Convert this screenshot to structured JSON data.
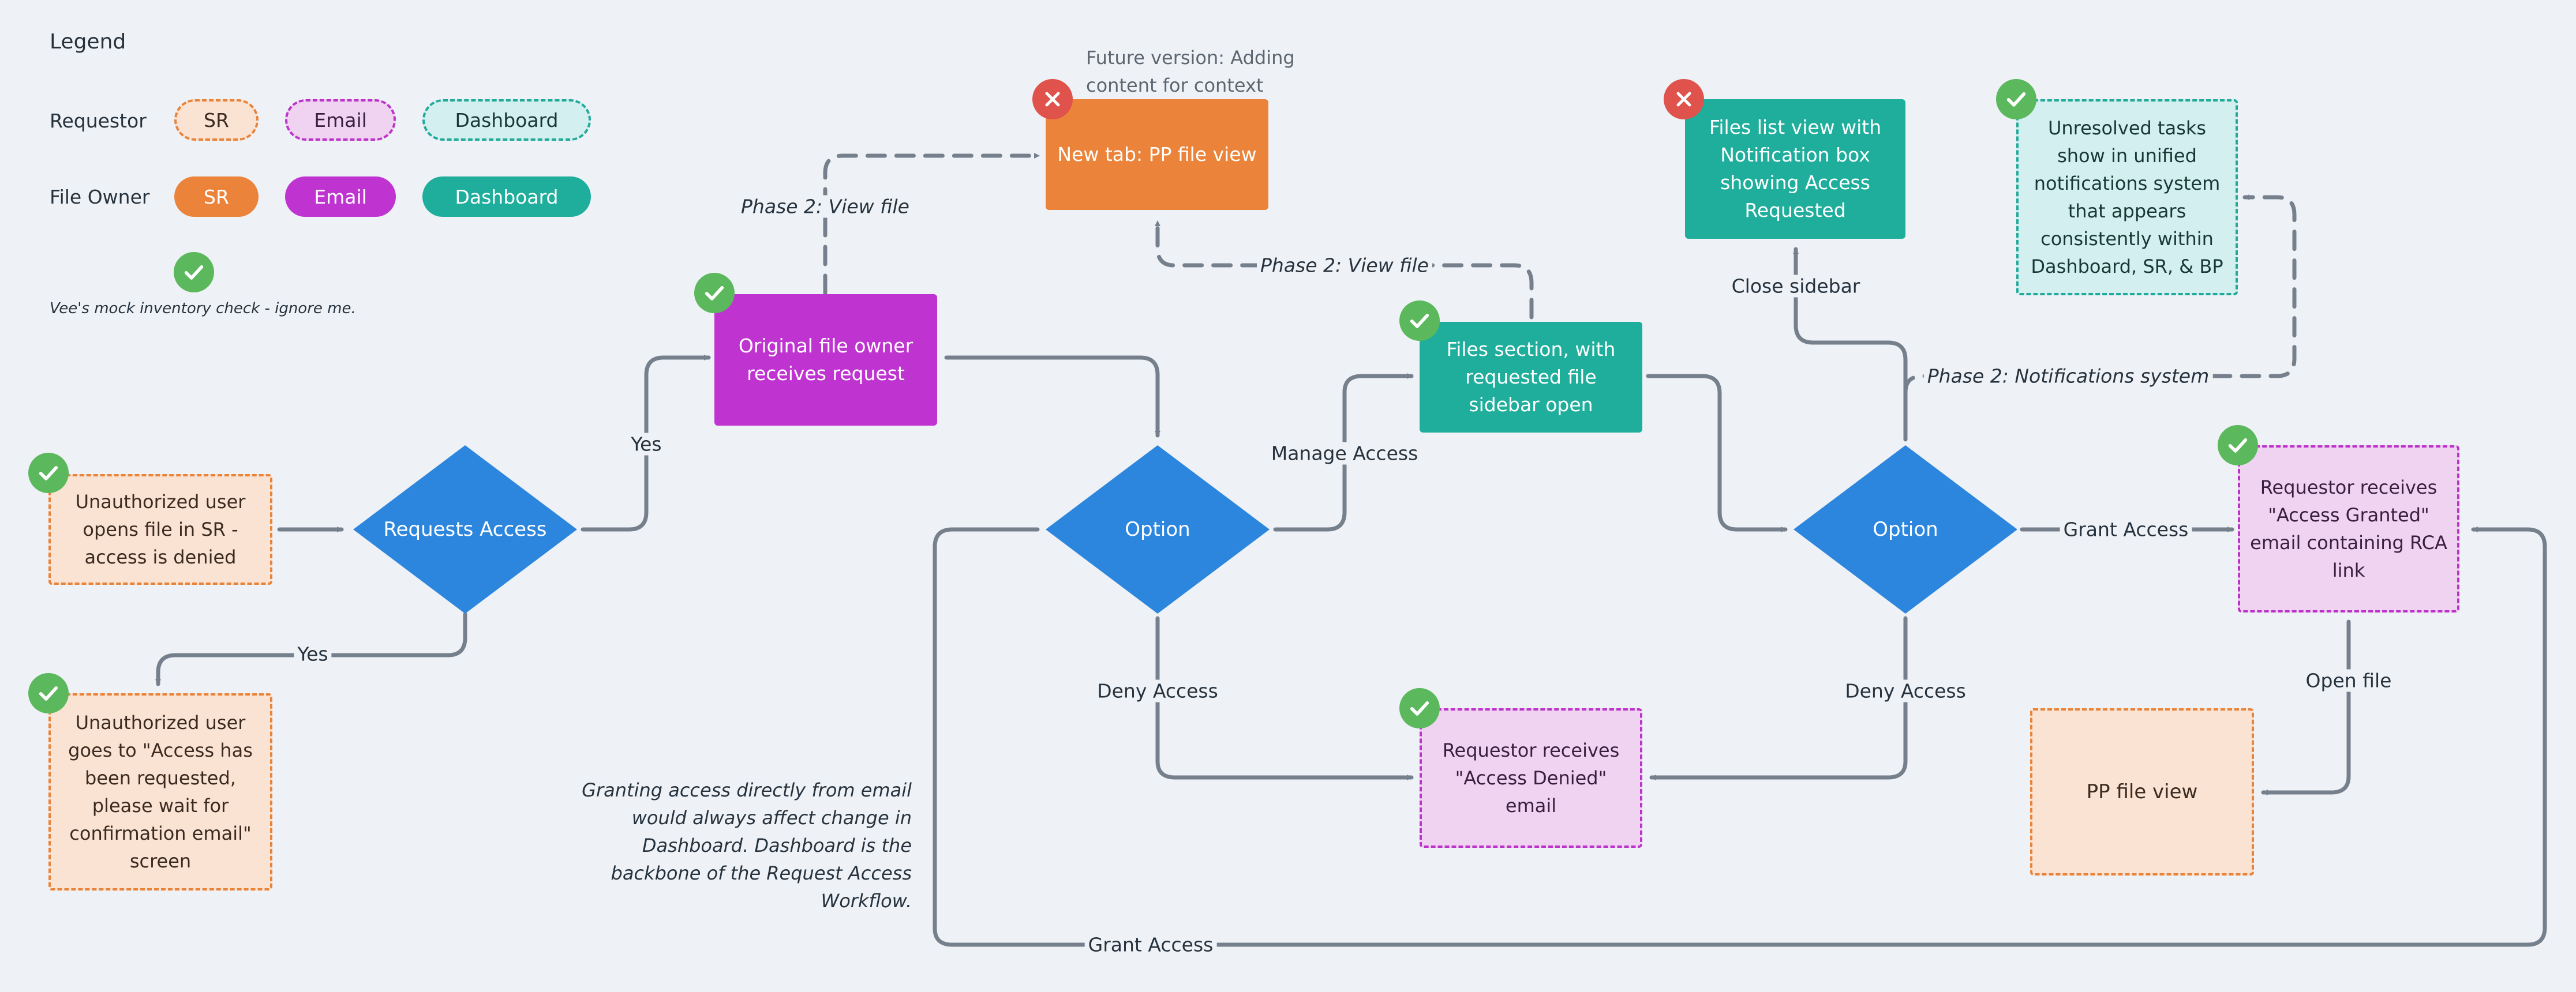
{
  "legend": {
    "title": "Legend",
    "row_requestor": "Requestor",
    "row_file_owner": "File Owner",
    "sr": "SR",
    "email": "Email",
    "dashboard": "Dashboard",
    "mock_note": "Vee's mock inventory check - ignore me."
  },
  "nodes": {
    "unauth_opens": "Unauthorized user opens file in SR - access is denied",
    "requests_access": "Requests Access",
    "unauth_goes": "Unauthorized user goes to \"Access has been requested, please wait for confirmation email\" screen",
    "owner_receives": "Original file owner receives request",
    "new_tab": "New tab: PP file view",
    "future_note": "Future version: Adding content for context",
    "option_1": "Option",
    "files_section": "Files section, with requested file sidebar open",
    "files_list": "Files list view with Notification box showing Access Requested",
    "option_2": "Option",
    "unresolved": "Unresolved tasks show in unified notifications system that appears consistently within Dashboard, SR, & BP",
    "requestor_granted": "Requestor receives \"Access Granted\" email containing RCA link",
    "requestor_denied": "Requestor receives \"Access Denied\" email",
    "pp_file_view": "PP file view",
    "email_note": "Granting access directly from email would always affect change in Dashboard. Dashboard is the backbone of the Request Access Workflow."
  },
  "edges": {
    "yes_1": "Yes",
    "yes_2": "Yes",
    "phase2_view_file_1": "Phase 2: View file",
    "phase2_view_file_2": "Phase 2: View file",
    "manage_access": "Manage Access",
    "deny_access_1": "Deny Access",
    "deny_access_2": "Deny Access",
    "close_sidebar": "Close sidebar",
    "phase2_notifications": "Phase 2: Notifications system",
    "grant_access_1": "Grant Access",
    "grant_access_2": "Grant Access",
    "open_file": "Open file"
  },
  "colors": {
    "requestor_sr": "#fbe3d3",
    "requestor_email": "#f0d3f1",
    "requestor_dashboard": "#d4efef",
    "owner_sr": "#eb843a",
    "owner_email": "#bf34d1",
    "owner_dashboard": "#1fae9c",
    "decision": "#2d86dd",
    "connector": "#76808c",
    "check_badge": "#5cb85c",
    "cross_badge": "#e0524c"
  }
}
